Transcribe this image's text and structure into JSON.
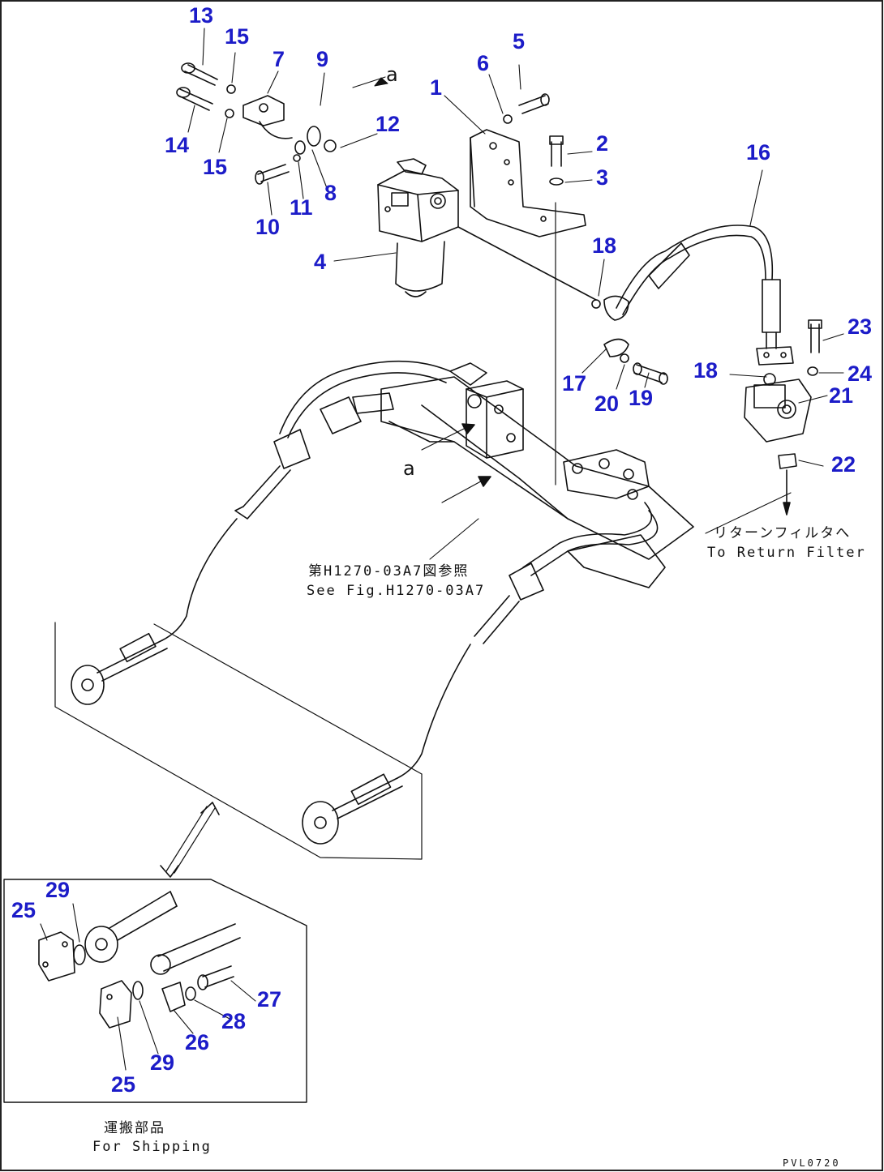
{
  "callouts": [
    "1",
    "2",
    "3",
    "4",
    "5",
    "6",
    "7",
    "8",
    "9",
    "10",
    "11",
    "12",
    "13",
    "14",
    "15",
    "15",
    "16",
    "17",
    "18",
    "18",
    "19",
    "20",
    "21",
    "22",
    "23",
    "24",
    "25",
    "25",
    "26",
    "27",
    "28",
    "29",
    "29"
  ],
  "notes": {
    "return_filter_jp": "リターンフィルタへ",
    "return_filter_en": "To Return Filter",
    "see_fig_jp": "第H1270-03A7図参照",
    "see_fig_en": "See Fig.H1270-03A7",
    "shipping_jp": "運搬部品",
    "shipping_en": "For Shipping"
  },
  "view_marks": [
    "a",
    "a"
  ],
  "figure_code": "PVL0720"
}
